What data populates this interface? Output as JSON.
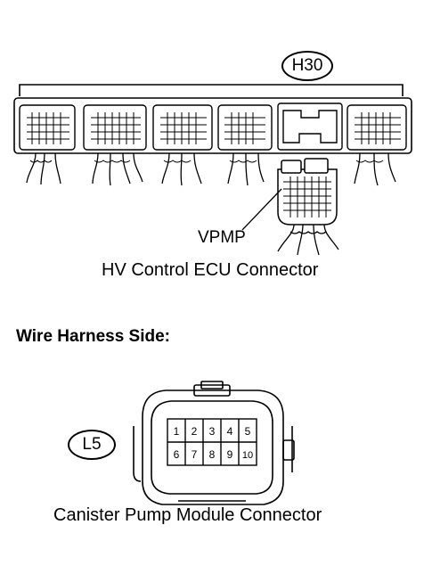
{
  "top_diagram": {
    "connector_code": "H30",
    "terminal_label": "VPMP",
    "caption": "HV Control ECU Connector"
  },
  "bottom_diagram": {
    "heading": "Wire Harness Side:",
    "connector_code": "L5",
    "pins_row_1": [
      "1",
      "2",
      "3",
      "4",
      "5"
    ],
    "pins_row_2": [
      "6",
      "7",
      "8",
      "9",
      "10"
    ],
    "caption": "Canister Pump Module Connector"
  }
}
